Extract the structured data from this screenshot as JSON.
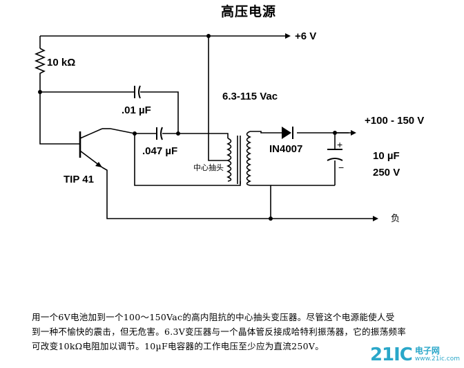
{
  "title": "高压电源",
  "labels": {
    "v_supply": "+6 V",
    "r1": "10 kΩ",
    "c1": ".01 µF",
    "c2": ".047 µF",
    "transformer": "6.3-115 Vac",
    "center_tap": "中心抽头",
    "transistor": "TIP 41",
    "diode": "IN4007",
    "v_out": "+100 - 150 V",
    "c3_value": "10 µF",
    "c3_voltage": "250 V",
    "plus": "+",
    "minus": "−",
    "negative": "负"
  },
  "description": [
    "用一个6V电池加到一个100～150Vac的高内阻抗的中心抽头变压器。尽管这个电源能使人受",
    "到一种不愉快的震击，但无危害。6.3V变压器与一个晶体管反接成哈特利振荡器，它的振荡频率",
    "可改变10kΩ电阻加以调节。10µF电容器的工作电压至少应为直流250V。"
  ],
  "watermark": {
    "logo": "21IC",
    "cn": "电子网",
    "url": "www.21ic.com"
  },
  "colors": {
    "ink": "#000000",
    "watermark": "#2aa7c9"
  }
}
